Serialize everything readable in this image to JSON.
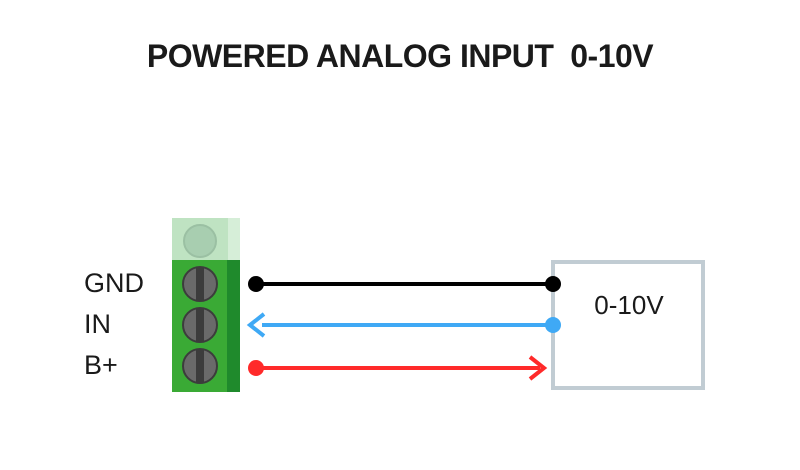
{
  "title": "POWERED ANALOG INPUT  0-10V",
  "terminal_block": {
    "pins": [
      {
        "label": "GND",
        "wire_color": "#000000"
      },
      {
        "label": "IN",
        "wire_color": "#3fa9f5"
      },
      {
        "label": "B+",
        "wire_color": "#ff2a2a"
      }
    ],
    "block_color": "#3aaa35",
    "block_dark_color": "#1f8a2c"
  },
  "device": {
    "label": "0-10V",
    "border_color": "#c1ccd3"
  },
  "connections": [
    {
      "from": "GND",
      "to": "device",
      "direction": "none"
    },
    {
      "from": "device",
      "to": "IN",
      "direction": "to-terminal"
    },
    {
      "from": "B+",
      "to": "device",
      "direction": "to-device"
    }
  ]
}
